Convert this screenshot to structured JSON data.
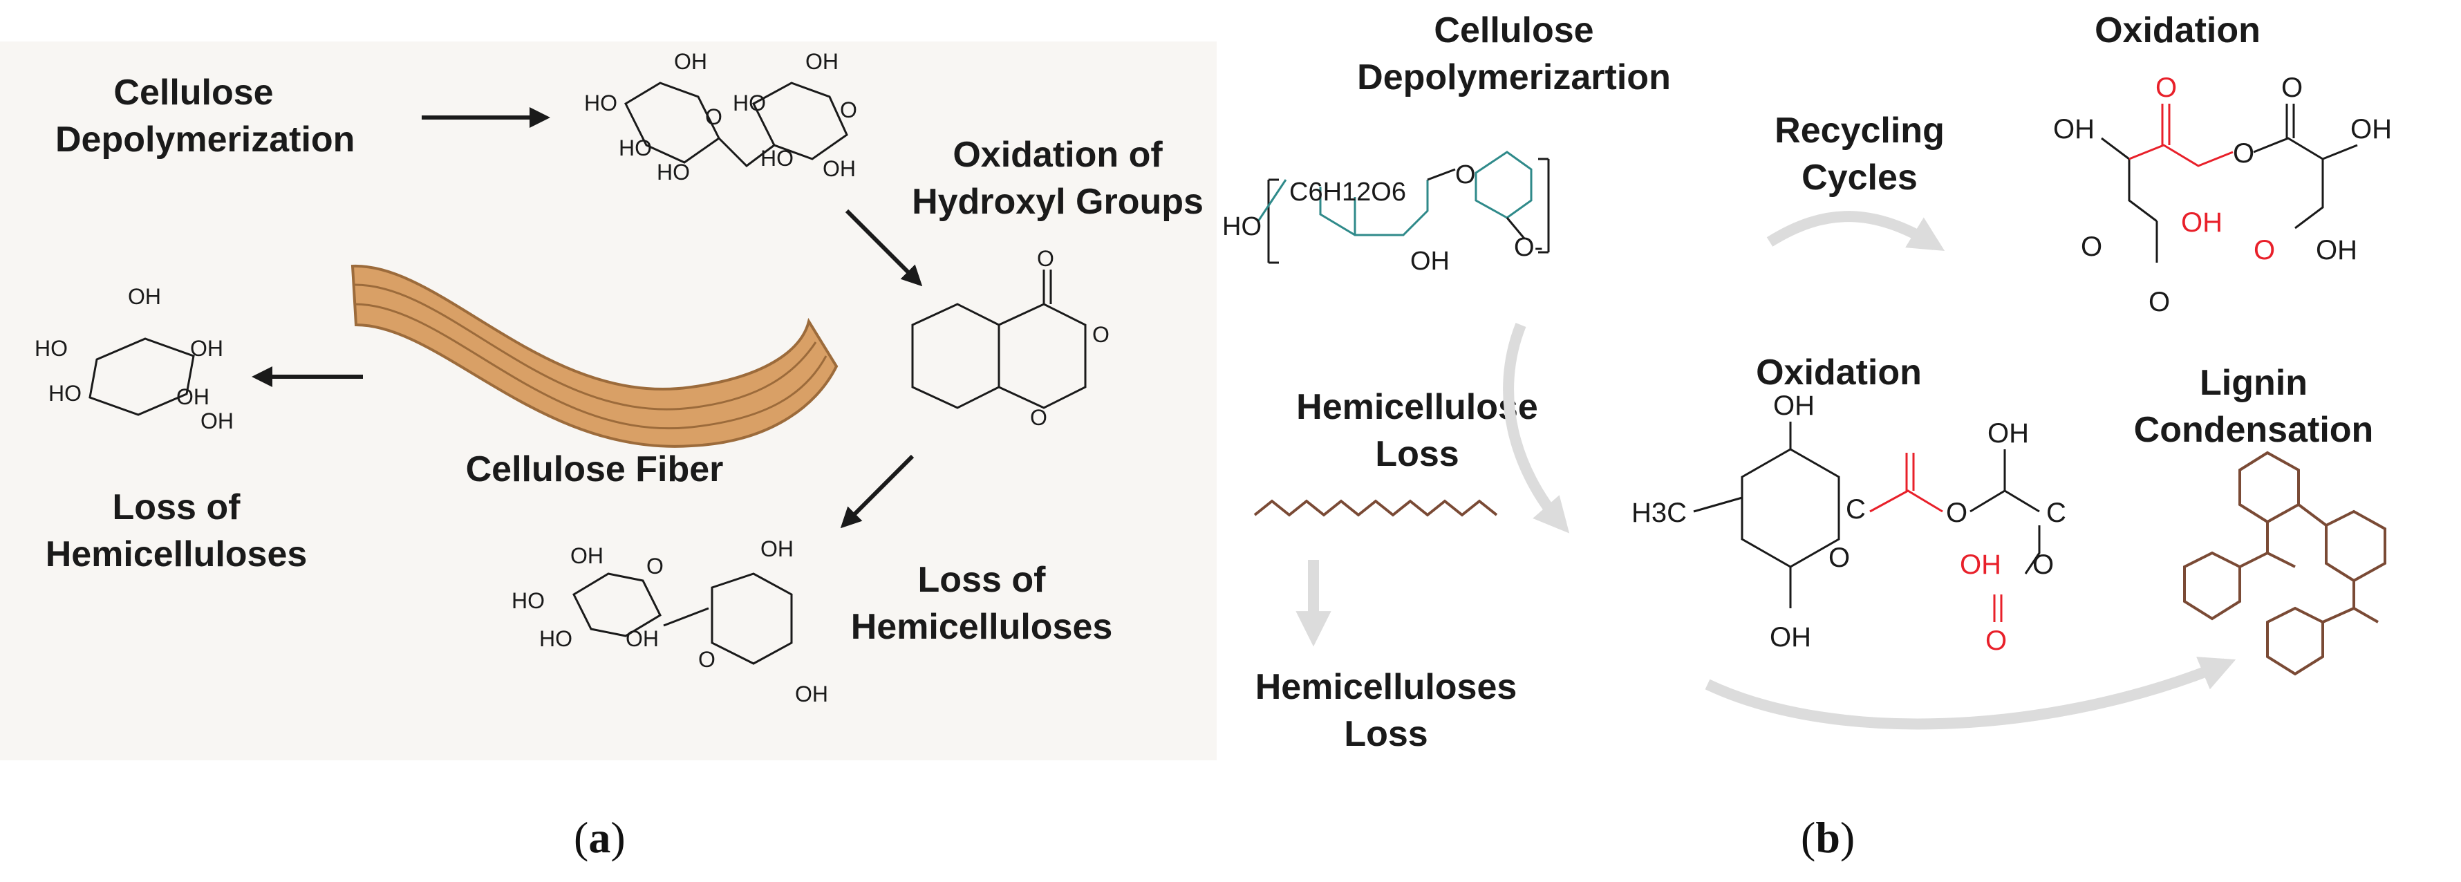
{
  "panel_a": {
    "labels": {
      "cellulose_depolymerization": [
        "Cellulose",
        "Depolymerization"
      ],
      "oxidation_of_hydroxyl": [
        "Oxidation of",
        "Hydroxyl Groups"
      ],
      "cellulose_fiber": "Cellulose Fiber",
      "loss_hemicelluloses_left": [
        "Loss of",
        "Hemicelluloses"
      ],
      "loss_hemicelluloses_bottom": [
        "Loss of",
        "Hemicelluloses"
      ]
    },
    "atoms": {
      "OH": "OH",
      "HO": "HO",
      "O": "O"
    },
    "caption": {
      "open": "(",
      "letter": "a",
      "close": ")"
    }
  },
  "panel_b": {
    "labels": {
      "cellulose_depolymerization": [
        "Cellulose",
        "Depolymerizartion"
      ],
      "recycling_cycles": [
        "Recycling",
        "Cycles"
      ],
      "oxidation_top": "Oxidation",
      "hemicellulose_loss": [
        "Hemicellulose",
        "Loss"
      ],
      "oxidation_mid": "Oxidation",
      "lignin_condensation": [
        "Lignin",
        "Condensation"
      ],
      "hemicelluloses_loss": [
        "Hemicelluloses",
        "Loss"
      ]
    },
    "atoms": {
      "HO": "HO",
      "OH": "OH",
      "O": "O",
      "C": "C",
      "H3C": "H3C",
      "C6H12O6": "C6H12O6",
      "O_minus": "O-"
    },
    "caption": {
      "open": "(",
      "letter": "b",
      "close": ")"
    }
  },
  "colors": {
    "ink": "#1a1a1a",
    "teal": "#2f8a8a",
    "red": "#e8202a",
    "brown": "#7a4a35",
    "fiber": "#d9a066",
    "gray_arrow": "#dcdcdc",
    "panel_bg": "#f8f6f3"
  }
}
